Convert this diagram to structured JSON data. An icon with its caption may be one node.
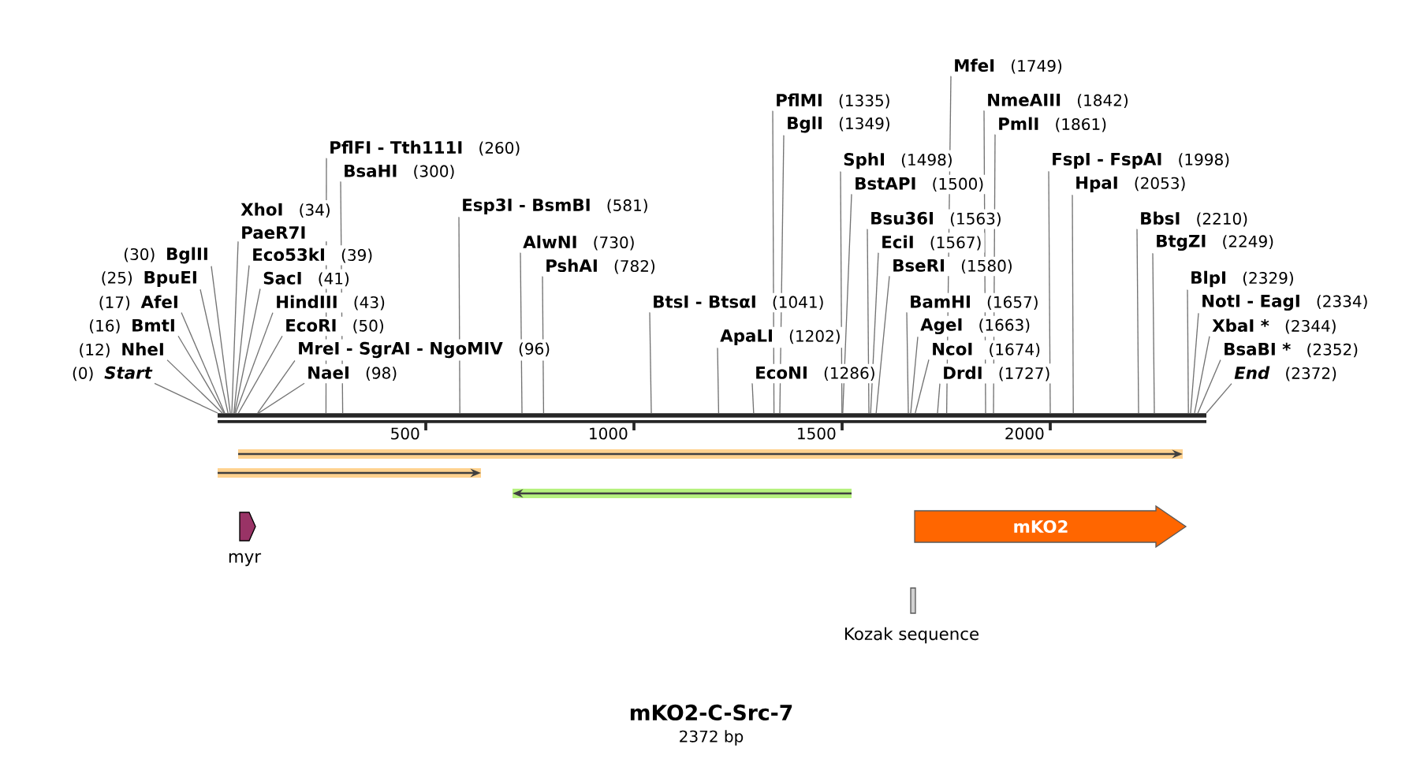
{
  "diagram": {
    "title": "mKO2-C-Src-7",
    "caption": "2372 bp",
    "nodes": [
      {
        "text": [
          "(0)",
          "Start"
        ]
      },
      {
        "text": [
          "(12)",
          "NheI"
        ]
      },
      {
        "text": [
          "(16)",
          "BmtI"
        ]
      },
      {
        "text": [
          "(17)",
          "AfeI"
        ]
      },
      {
        "text": [
          "(25)",
          "BpuEI"
        ]
      },
      {
        "text": [
          "(30)",
          "BglII"
        ]
      },
      {
        "text": [
          "XhoI",
          "(34)",
          "PaeR7I"
        ]
      },
      {
        "text": [
          "Eco53kI",
          "(39)"
        ]
      },
      {
        "text": [
          "SacI",
          "(41)"
        ]
      },
      {
        "text": [
          "HindIII",
          "(43)"
        ]
      },
      {
        "text": [
          "EcoRI",
          "(50)"
        ]
      },
      {
        "text": [
          "MreI - SgrAI - NgoMIV",
          "(96)"
        ]
      },
      {
        "text": [
          "NaeI",
          "(98)"
        ]
      },
      {
        "text": [
          "PflFI - Tth111I",
          "(260)"
        ]
      },
      {
        "text": [
          "BsaHI",
          "(300)"
        ]
      },
      {
        "text": [
          "Esp3I - BsmBI",
          "(581)"
        ]
      },
      {
        "text": [
          "AlwNI",
          "(730)"
        ]
      },
      {
        "text": [
          "PshAI",
          "(782)"
        ]
      },
      {
        "text": [
          "BtsI - BtsαI",
          "(1041)"
        ]
      },
      {
        "text": [
          "ApaLI",
          "(1202)"
        ]
      },
      {
        "text": [
          "EcoNI",
          "(1286)"
        ]
      },
      {
        "text": [
          "PflMI",
          "(1335)"
        ]
      },
      {
        "text": [
          "BglI",
          "(1349)"
        ]
      },
      {
        "text": [
          "SphI",
          "(1498)"
        ]
      },
      {
        "text": [
          "BstAPI",
          "(1500)"
        ]
      },
      {
        "text": [
          "Bsu36I",
          "(1563)"
        ]
      },
      {
        "text": [
          "EciI",
          "(1567)"
        ]
      },
      {
        "text": [
          "BseRI",
          "(1580)"
        ]
      },
      {
        "text": [
          "BamHI",
          "(1657)"
        ]
      },
      {
        "text": [
          "AgeI",
          "(1663)"
        ]
      },
      {
        "text": [
          "NcoI",
          "(1674)"
        ]
      },
      {
        "text": [
          "DrdI",
          "(1727)"
        ]
      },
      {
        "text": [
          "MfeI",
          "(1749)"
        ]
      },
      {
        "text": [
          "NmeAIII",
          "(1842)"
        ]
      },
      {
        "text": [
          "PmlI",
          "(1861)"
        ]
      },
      {
        "text": [
          "FspI - FspAI",
          "(1998)"
        ]
      },
      {
        "text": [
          "HpaI",
          "(2053)"
        ]
      },
      {
        "text": [
          "BbsI",
          "(2210)"
        ]
      },
      {
        "text": [
          "BtgZI",
          "(2249)"
        ]
      },
      {
        "text": [
          "BlpI",
          "(2329)"
        ]
      },
      {
        "text": [
          "NotI - EagI",
          "(2334)"
        ]
      },
      {
        "text": [
          "XbaI *",
          "(2344)"
        ]
      },
      {
        "text": [
          "BsaBI *",
          "(2352)"
        ]
      },
      {
        "text": [
          "End",
          "(2372)"
        ]
      },
      {
        "text": [
          "myr"
        ]
      },
      {
        "text": [
          "mKO2"
        ]
      },
      {
        "text": [
          "Kozak sequence"
        ]
      },
      {
        "text": [],
        "shape": "bar"
      }
    ],
    "edges": [
      {
        "from": 0,
        "to": 47,
        "arrow": "none"
      },
      {
        "from": 1,
        "to": 47,
        "arrow": "none"
      },
      {
        "from": 2,
        "to": 47,
        "arrow": "none"
      },
      {
        "from": 3,
        "to": 47,
        "arrow": "none"
      },
      {
        "from": 4,
        "to": 47,
        "arrow": "none"
      },
      {
        "from": 5,
        "to": 47,
        "arrow": "none"
      },
      {
        "from": 6,
        "to": 47,
        "arrow": "none"
      },
      {
        "from": 7,
        "to": 47,
        "arrow": "none"
      },
      {
        "from": 8,
        "to": 47,
        "arrow": "none"
      },
      {
        "from": 9,
        "to": 47,
        "arrow": "none"
      },
      {
        "from": 10,
        "to": 47,
        "arrow": "none"
      },
      {
        "from": 11,
        "to": 47,
        "arrow": "none"
      },
      {
        "from": 12,
        "to": 47,
        "arrow": "none"
      },
      {
        "from": 13,
        "to": 47,
        "arrow": "none"
      },
      {
        "from": 14,
        "to": 47,
        "arrow": "none"
      },
      {
        "from": 15,
        "to": 47,
        "arrow": "none"
      },
      {
        "from": 16,
        "to": 47,
        "arrow": "none"
      },
      {
        "from": 17,
        "to": 47,
        "arrow": "none"
      },
      {
        "from": 18,
        "to": 47,
        "arrow": "none"
      },
      {
        "from": 19,
        "to": 47,
        "arrow": "none"
      },
      {
        "from": 20,
        "to": 47,
        "arrow": "none"
      },
      {
        "from": 21,
        "to": 47,
        "arrow": "none"
      },
      {
        "from": 22,
        "to": 47,
        "arrow": "none"
      },
      {
        "from": 23,
        "to": 47,
        "arrow": "none"
      },
      {
        "from": 24,
        "to": 47,
        "arrow": "none"
      },
      {
        "from": 25,
        "to": 47,
        "arrow": "none"
      },
      {
        "from": 26,
        "to": 47,
        "arrow": "none"
      },
      {
        "from": 27,
        "to": 47,
        "arrow": "none"
      },
      {
        "from": 28,
        "to": 47,
        "arrow": "none"
      },
      {
        "from": 29,
        "to": 47,
        "arrow": "none"
      },
      {
        "from": 30,
        "to": 47,
        "arrow": "none"
      },
      {
        "from": 31,
        "to": 47,
        "arrow": "none"
      },
      {
        "from": 32,
        "to": 47,
        "arrow": "none"
      },
      {
        "from": 33,
        "to": 47,
        "arrow": "none"
      },
      {
        "from": 34,
        "to": 47,
        "arrow": "none"
      },
      {
        "from": 35,
        "to": 47,
        "arrow": "none"
      },
      {
        "from": 36,
        "to": 47,
        "arrow": "none"
      },
      {
        "from": 37,
        "to": 47,
        "arrow": "none"
      },
      {
        "from": 38,
        "to": 47,
        "arrow": "none"
      },
      {
        "from": 39,
        "to": 47,
        "arrow": "none"
      },
      {
        "from": 40,
        "to": 47,
        "arrow": "none"
      },
      {
        "from": 41,
        "to": 47,
        "arrow": "none"
      },
      {
        "from": 42,
        "to": 47,
        "arrow": "none"
      },
      {
        "from": 43,
        "to": 47,
        "arrow": "none"
      }
    ],
    "labels": [
      "500",
      "1000",
      "1500",
      "2000"
    ]
  }
}
